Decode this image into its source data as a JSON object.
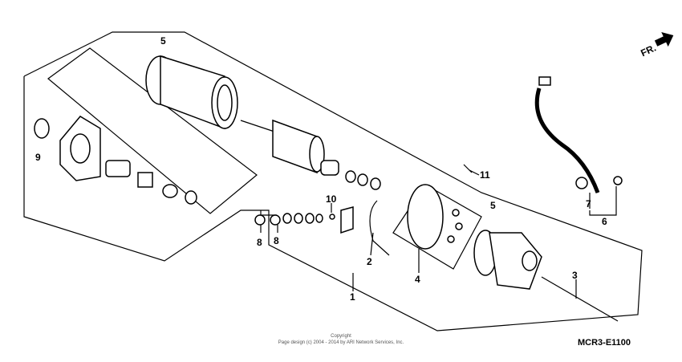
{
  "diagram": {
    "callouts": [
      "5",
      "9",
      "10",
      "11",
      "5",
      "7",
      "6",
      "8",
      "8",
      "2",
      "4",
      "3",
      "1"
    ],
    "direction_label": "FR.",
    "diagram_code": "MCR3-E1100",
    "copyright_line1": "Copyright",
    "copyright_line2": "Page design (c) 2004 - 2014 by ARI Network Services, Inc."
  }
}
